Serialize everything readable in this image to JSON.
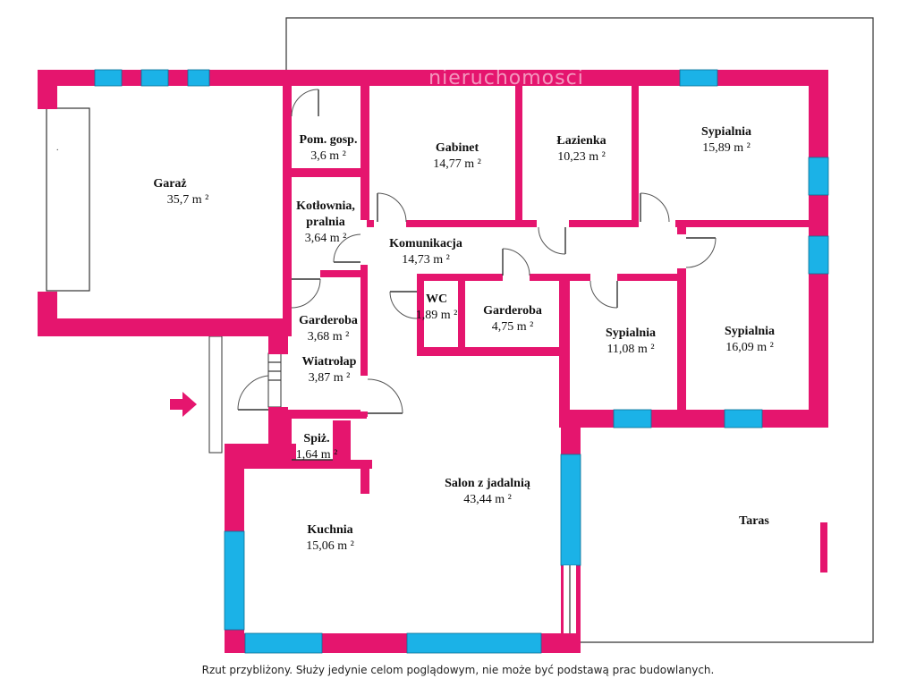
{
  "watermark": "nieruchomosci",
  "footnote": "Rzut przybliżony. Służy jedynie celom poglądowym, nie może być podstawą prac budowlanych.",
  "colors": {
    "wall": "#e5156e",
    "window": "#1bb2e7",
    "entrance_arrow": "#e5156e"
  },
  "rooms": [
    {
      "name": "Garaż",
      "area": "35,7 m ²"
    },
    {
      "name": "Pom. gosp.",
      "area": "3,6 m ²"
    },
    {
      "name": "Gabinet",
      "area": "14,77 m ²"
    },
    {
      "name": "Łazienka",
      "area": "10,23 m ²"
    },
    {
      "name": "Sypialnia",
      "area": "15,89 m ²"
    },
    {
      "name": "Kotłownia,",
      "name2": "pralnia",
      "area": "3,64 m ²"
    },
    {
      "name": "Komunikacja",
      "area": "14,73 m ²"
    },
    {
      "name": "WC",
      "area": "1,89 m ²"
    },
    {
      "name": "Garderoba",
      "area": "4,75 m ²"
    },
    {
      "name": "Sypialnia",
      "area": "11,08 m ²"
    },
    {
      "name": "Sypialnia",
      "area": "16,09 m ²"
    },
    {
      "name": "Garderoba",
      "area": "3,68 m ²"
    },
    {
      "name": "Wiatrołap",
      "area": "3,87 m ²"
    },
    {
      "name": "Spiż.",
      "area": "1,64 m ²"
    },
    {
      "name": "Salon z jadalnią",
      "area": "43,44 m ²"
    },
    {
      "name": "Kuchnia",
      "area": "15,06 m ²"
    },
    {
      "name": "Taras"
    }
  ]
}
